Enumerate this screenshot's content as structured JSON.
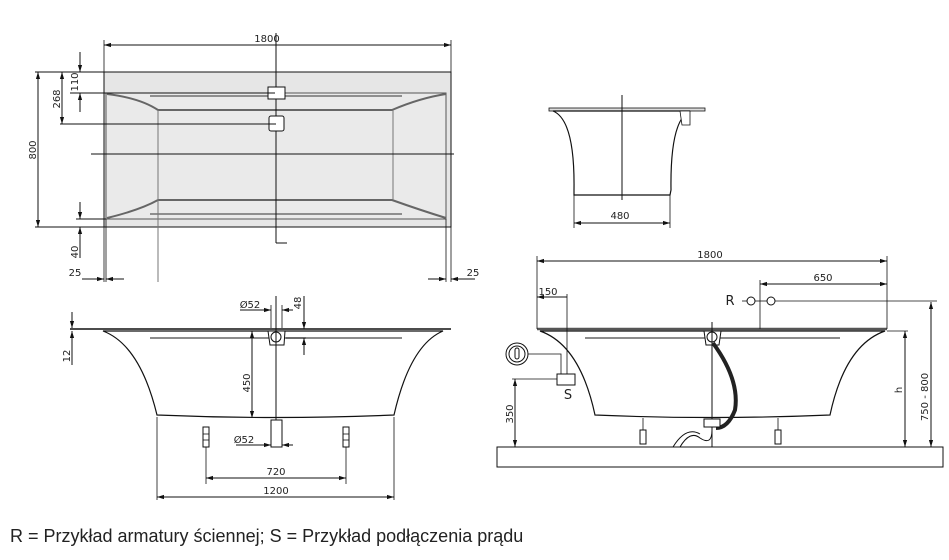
{
  "top_view": {
    "length": "1800",
    "width": "800",
    "d268": "268",
    "d110": "110",
    "d40": "40",
    "edge_left": "25",
    "edge_right": "25"
  },
  "side_view": {
    "overflow_dia": "Ø52",
    "overflow_h": "48",
    "rim": "12",
    "depth": "450",
    "drain_dia": "Ø52",
    "feet_spacing": "720",
    "bottom_length": "1200"
  },
  "end_view": {
    "bottom_width": "480"
  },
  "install_view": {
    "length": "1800",
    "mixer_offset": "650",
    "socket_offset": "150",
    "mixer_label": "R",
    "socket_label": "S",
    "socket_height": "350",
    "h_label": "h",
    "total_height": "750 - 800"
  },
  "legend": "R = Przykład armatury ściennej; S = Przykład podłączenia prądu"
}
